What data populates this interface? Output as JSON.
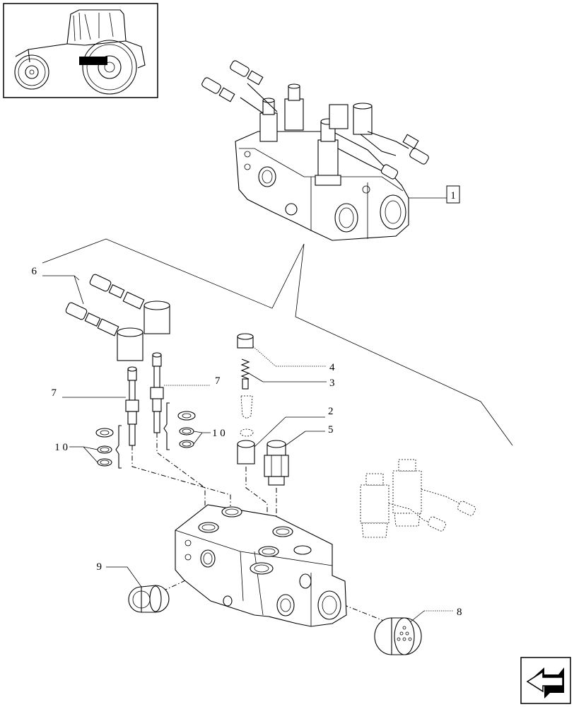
{
  "diagram": {
    "callouts": {
      "c1": "1",
      "c2": "2",
      "c3": "3",
      "c4": "4",
      "c5": "5",
      "c6": "6",
      "c7a": "7",
      "c7b": "7",
      "c8": "8",
      "c9": "9",
      "c10a": "1 0",
      "c10b": "1 0"
    },
    "icons": {
      "thumbnail": "tractor-thumbnail-icon",
      "nav": "arrow-left-nav-icon"
    }
  }
}
